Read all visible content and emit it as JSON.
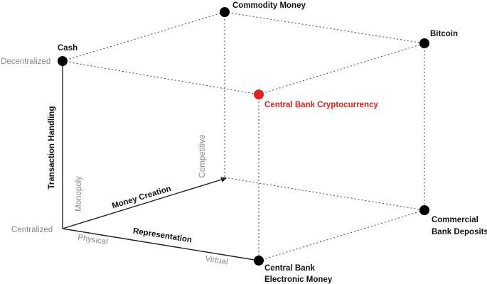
{
  "colors": {
    "node": "#000000",
    "highlight": "#e3201b",
    "axis_scale_text": "#8a8a8a"
  },
  "axes": {
    "vertical": {
      "title": "Transaction Handling",
      "low": "Centralized",
      "high": "Decentralized"
    },
    "depth": {
      "title": "Money Creation",
      "low": "Monopoly",
      "high": "Competitive"
    },
    "horizontal": {
      "title": "Representation",
      "low": "Physical",
      "high": "Virtual"
    }
  },
  "nodes": {
    "cash": {
      "label": "Cash"
    },
    "commodity_money": {
      "label": "Commodity Money"
    },
    "bitcoin": {
      "label": "Bitcoin"
    },
    "cbcc": {
      "label": "Central Bank Cryptocurrency"
    },
    "commercial": {
      "line1": "Commercial",
      "line2": "Bank Deposits"
    },
    "cbem": {
      "line1": "Central Bank",
      "line2": "Electronic Money"
    }
  }
}
